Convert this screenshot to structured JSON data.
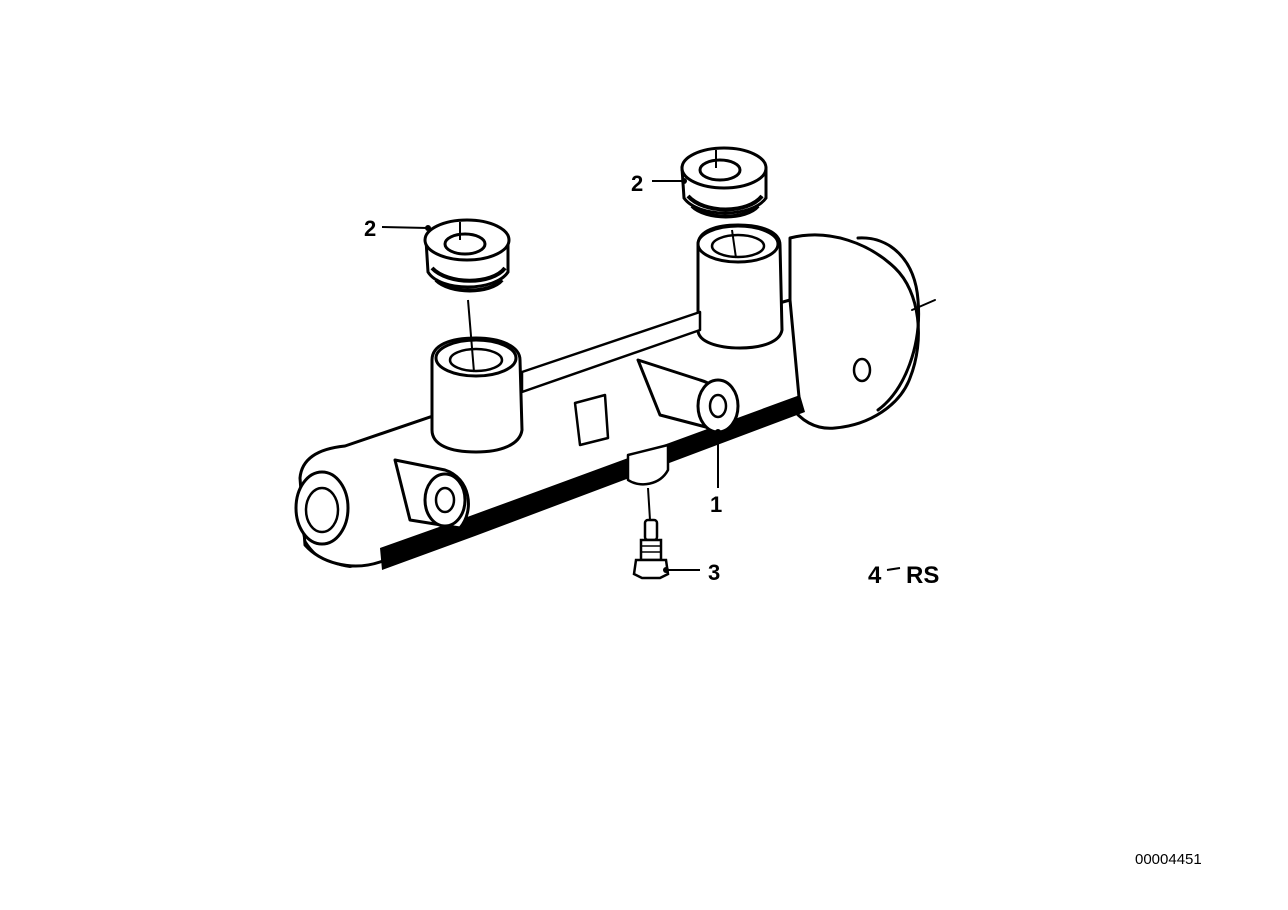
{
  "callouts": [
    {
      "id": "part-1",
      "label": "1"
    },
    {
      "id": "part-2a",
      "label": "2"
    },
    {
      "id": "part-2b",
      "label": "2"
    },
    {
      "id": "part-3",
      "label": "3"
    }
  ],
  "section_code": {
    "number": "4",
    "suffix": "RS"
  },
  "document_number": "00004451",
  "colors": {
    "ink": "#000000",
    "paper": "#ffffff"
  }
}
